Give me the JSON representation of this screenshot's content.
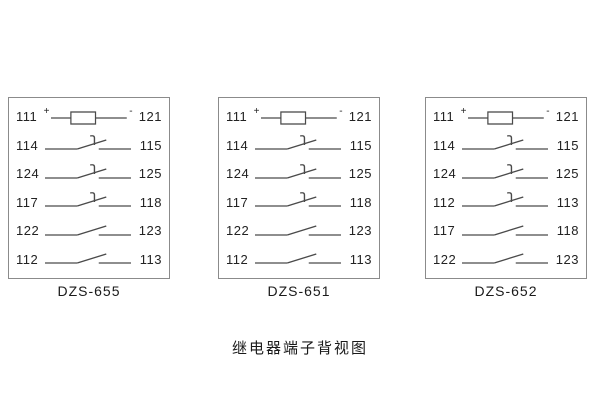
{
  "caption": "继电器端子背视图",
  "polarity": {
    "plus": "+",
    "minus": "-"
  },
  "boxes": [
    {
      "label": "DZS-655",
      "rows": [
        {
          "left": "111",
          "right": "121",
          "type": "coil"
        },
        {
          "left": "114",
          "right": "115",
          "type": "delayed-contact"
        },
        {
          "left": "124",
          "right": "125",
          "type": "delayed-contact"
        },
        {
          "left": "117",
          "right": "118",
          "type": "delayed-contact"
        },
        {
          "left": "122",
          "right": "123",
          "type": "contact"
        },
        {
          "left": "112",
          "right": "113",
          "type": "contact"
        }
      ]
    },
    {
      "label": "DZS-651",
      "rows": [
        {
          "left": "111",
          "right": "121",
          "type": "coil"
        },
        {
          "left": "114",
          "right": "115",
          "type": "delayed-contact"
        },
        {
          "left": "124",
          "right": "125",
          "type": "delayed-contact"
        },
        {
          "left": "117",
          "right": "118",
          "type": "delayed-contact"
        },
        {
          "left": "122",
          "right": "123",
          "type": "contact"
        },
        {
          "left": "112",
          "right": "113",
          "type": "contact"
        }
      ]
    },
    {
      "label": "DZS-652",
      "rows": [
        {
          "left": "111",
          "right": "121",
          "type": "coil"
        },
        {
          "left": "114",
          "right": "115",
          "type": "delayed-contact"
        },
        {
          "left": "124",
          "right": "125",
          "type": "delayed-contact"
        },
        {
          "left": "112",
          "right": "113",
          "type": "delayed-contact"
        },
        {
          "left": "117",
          "right": "118",
          "type": "contact"
        },
        {
          "left": "122",
          "right": "123",
          "type": "contact"
        }
      ]
    }
  ]
}
